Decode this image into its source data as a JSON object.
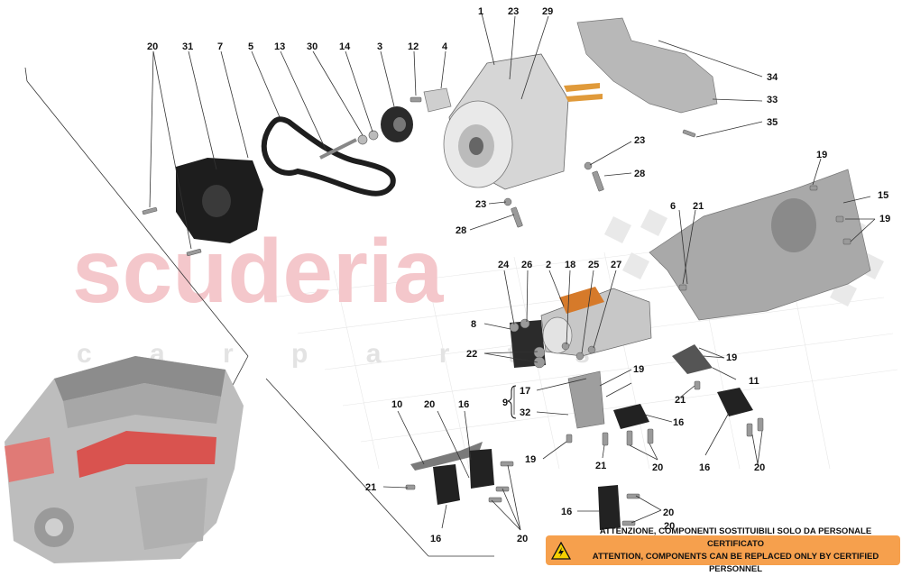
{
  "watermark": {
    "brand": "scuderia",
    "sub": "c a r p a r t s"
  },
  "callouts": [
    "1",
    "23",
    "29",
    "34",
    "33",
    "35",
    "20",
    "31",
    "7",
    "5",
    "13",
    "30",
    "14",
    "3",
    "12",
    "4",
    "23",
    "28",
    "23",
    "28",
    "19",
    "15",
    "6",
    "21",
    "19",
    "24",
    "26",
    "2",
    "18",
    "25",
    "27",
    "8",
    "22",
    "9",
    "17",
    "32",
    "19",
    "19",
    "11",
    "21",
    "16",
    "10",
    "20",
    "16",
    "21",
    "20",
    "16",
    "20",
    "19",
    "21",
    "20",
    "16",
    "20",
    "16",
    "20"
  ],
  "warning": {
    "icon": "electric-hazard-icon",
    "line1": "ATTENZIONE, COMPONENTI SOSTITUIBILI SOLO DA PERSONALE CERTIFICATO",
    "line2": "ATTENTION, COMPONENTS CAN BE REPLACED ONLY BY CERTIFIED PERSONNEL"
  },
  "colors": {
    "watermark": "#f4c7cb",
    "warning_bg": "#f6a04d",
    "engine_red": "#d9534f"
  }
}
